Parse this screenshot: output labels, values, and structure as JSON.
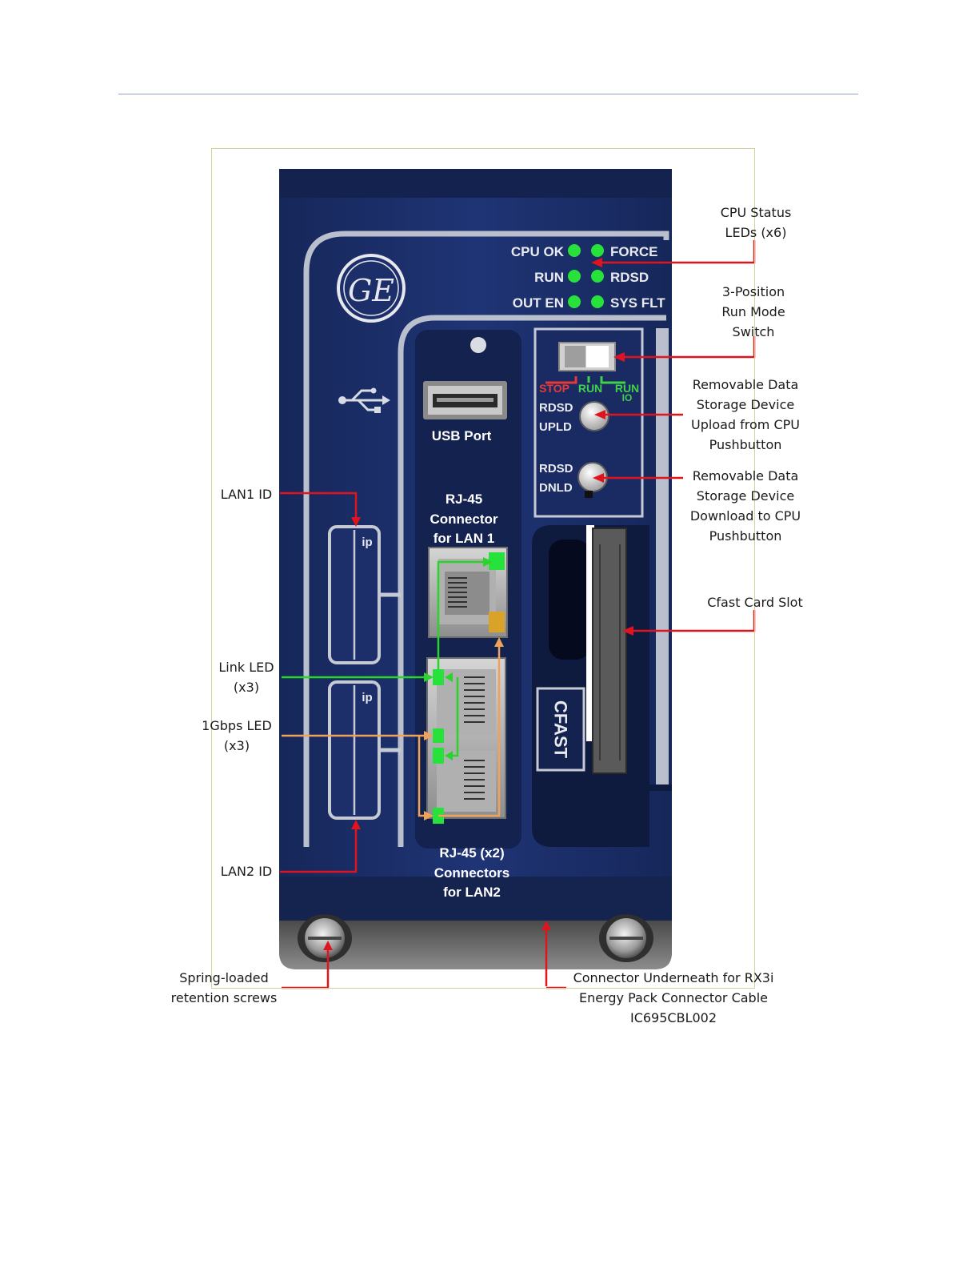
{
  "panel_labels": {
    "cpu_ok": "CPU OK",
    "force": "FORCE",
    "run": "RUN",
    "rdsd": "RDSD",
    "out_en": "OUT EN",
    "sys_flt": "SYS FLT",
    "stop": "STOP",
    "switch_run": "RUN",
    "switch_run_io_1": "RUN",
    "switch_run_io_2": "IO",
    "rdsd_upld_1": "RDSD",
    "rdsd_upld_2": "UPLD",
    "rdsd_dnld_1": "RDSD",
    "rdsd_dnld_2": "DNLD",
    "usb_port": "USB Port",
    "rj45_lan1_1": "RJ-45",
    "rj45_lan1_2": "Connector",
    "rj45_lan1_3": "for LAN 1",
    "rj45_lan2_1": "RJ-45  (x2)",
    "rj45_lan2_2": "Connectors",
    "rj45_lan2_3": "for LAN2",
    "cfast": "CFAST",
    "ip_1": "ip",
    "ip_2": "ip",
    "ge_logo": "GE"
  },
  "callouts": {
    "cpu_status": [
      "CPU Status",
      "LEDs (x6)"
    ],
    "run_switch": [
      "3-Position",
      "Run Mode",
      "Switch"
    ],
    "upload_button": [
      "Removable Data",
      "Storage Device",
      "Upload from CPU",
      "Pushbutton"
    ],
    "download_button": [
      "Removable Data",
      "Storage Device",
      "Download to CPU",
      "Pushbutton"
    ],
    "cfast_slot": [
      "Cfast Card Slot"
    ],
    "lan1_id": [
      "LAN1 ID"
    ],
    "link_led": [
      "Link LED",
      "(x3)"
    ],
    "gbps_led": [
      "1Gbps LED",
      "(x3)"
    ],
    "lan2_id": [
      "LAN2 ID"
    ],
    "retention_screws": [
      "Spring-loaded",
      "retention screws"
    ],
    "energy_pack": [
      "Connector Underneath for RX3i",
      "Energy Pack Connector Cable",
      "IC695CBL002"
    ]
  },
  "colors": {
    "panel_blue": "#1c2f6b",
    "panel_dark": "#15234f",
    "trim": "#b9bfcc",
    "led_green": "#27e23a",
    "led_amber": "#d9a229",
    "leader_red": "#e0141e",
    "leader_green": "#2bd42b",
    "leader_orange": "#f0a25a",
    "switch_stop_red": "#e53a3a",
    "switch_run_green": "#3fd14a"
  }
}
